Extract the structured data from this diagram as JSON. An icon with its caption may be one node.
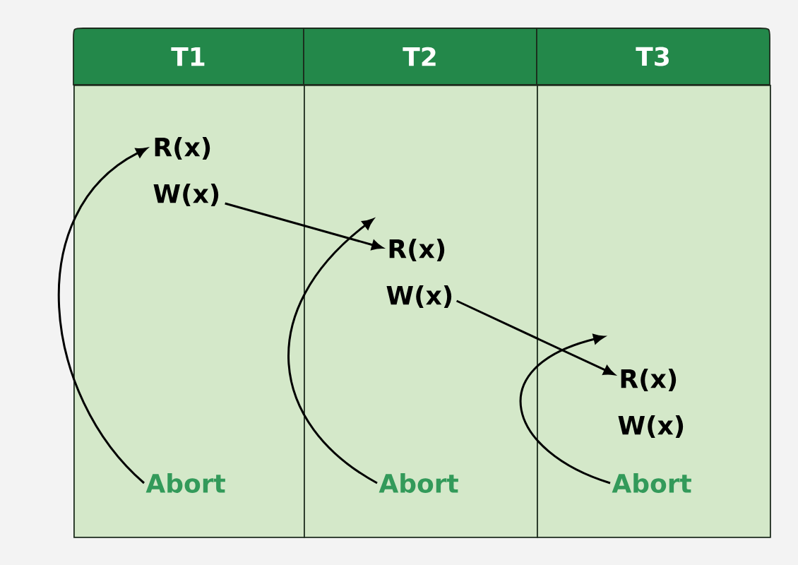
{
  "diagram": {
    "nodes": [
      {
        "text": [
          "T1"
        ]
      },
      {
        "text": [
          "R(x)"
        ],
        "in": 0
      },
      {
        "text": [
          "W(x)"
        ],
        "in": 0
      },
      {
        "text": [
          "Abort"
        ],
        "in": 0
      },
      {
        "text": [
          "T2"
        ]
      },
      {
        "text": [
          "R(x)"
        ],
        "in": 4
      },
      {
        "text": [
          "W(x)"
        ],
        "in": 4
      },
      {
        "text": [
          "Abort"
        ],
        "in": 4
      },
      {
        "text": [
          "T3"
        ]
      },
      {
        "text": [
          "R(x)"
        ],
        "in": 8
      },
      {
        "text": [
          "W(x)"
        ],
        "in": 8
      },
      {
        "text": [
          "Abort"
        ],
        "in": 8
      }
    ],
    "edges": [
      {
        "from": 3,
        "to": 1,
        "arrow": "to"
      },
      {
        "from": 2,
        "to": 5,
        "arrow": "to"
      },
      {
        "from": 7,
        "to": 5,
        "arrow": "to"
      },
      {
        "from": 6,
        "to": 9,
        "arrow": "to"
      },
      {
        "from": 11,
        "to": 9,
        "arrow": "to"
      }
    ]
  }
}
